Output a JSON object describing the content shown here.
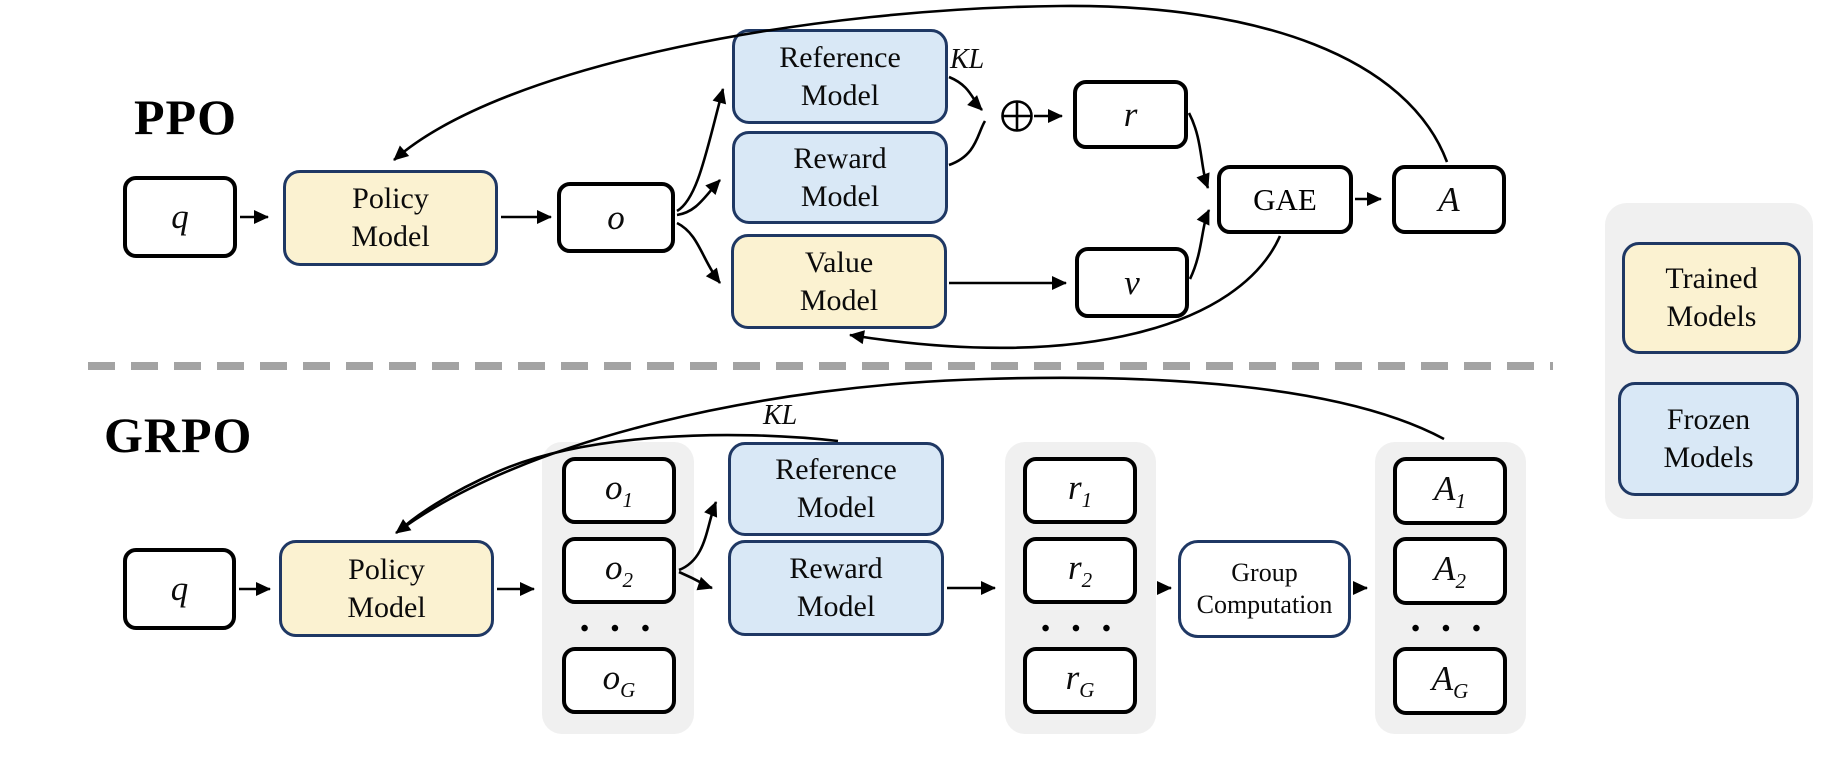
{
  "colors": {
    "trained_fill": "#FBF2D1",
    "frozen_fill": "#D9E8F6",
    "model_border": "#1F3864",
    "plain_border": "#000000",
    "panel_gray": "#F0F0F0",
    "divider_gray": "#A3A3A3"
  },
  "ppo": {
    "section_label": "PPO",
    "q": "q",
    "policy": "Policy\nModel",
    "o": "o",
    "reference": "Reference\nModel",
    "reward": "Reward\nModel",
    "value": "Value\nModel",
    "kl": "KL",
    "oplus_icon": "circled-plus",
    "r": "r",
    "v": "v",
    "gae": "GAE",
    "advantage": "A"
  },
  "grpo": {
    "section_label": "GRPO",
    "q": "q",
    "policy": "Policy\nModel",
    "kl": "KL",
    "reference": "Reference\nModel",
    "reward": "Reward\nModel",
    "group_computation": "Group\nComputation",
    "dots": "• • •",
    "outputs": [
      {
        "base": "o",
        "sub": "1"
      },
      {
        "base": "o",
        "sub": "2"
      },
      {
        "base": "o",
        "sub": "G"
      }
    ],
    "rewards": [
      {
        "base": "r",
        "sub": "1"
      },
      {
        "base": "r",
        "sub": "2"
      },
      {
        "base": "r",
        "sub": "G"
      }
    ],
    "advantages": [
      {
        "base": "A",
        "sub": "1"
      },
      {
        "base": "A",
        "sub": "2"
      },
      {
        "base": "A",
        "sub": "G"
      }
    ]
  },
  "legend": {
    "trained": "Trained\nModels",
    "frozen": "Frozen\nModels"
  }
}
